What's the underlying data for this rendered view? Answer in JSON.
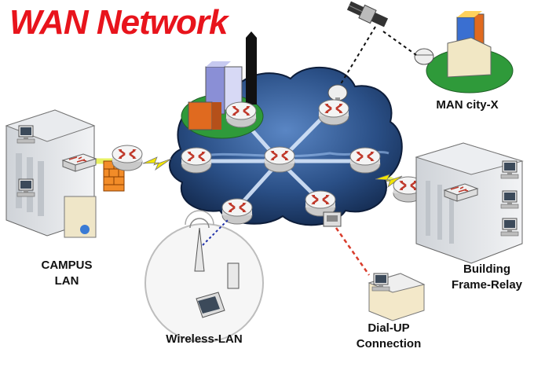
{
  "title": "WAN Network",
  "labels": {
    "man": "MAN city-X",
    "campus_line1": "CAMPUS",
    "campus_line2": "LAN",
    "building_line1": "Building",
    "building_line2": "Frame-Relay",
    "wireless": "Wireless-LAN",
    "dialup_line1": "Dial-UP",
    "dialup_line2": "Connection"
  },
  "colors": {
    "title": "#e8141c",
    "cloud": "#1e3f72",
    "cloud_light": "#5a86c4",
    "link": "#e7f05a",
    "router": "#f4f4f4",
    "router_arrow": "#c0392b",
    "green": "#2f9a3a",
    "firewall": "#f28c28",
    "dial_link": "#d93c2b"
  }
}
